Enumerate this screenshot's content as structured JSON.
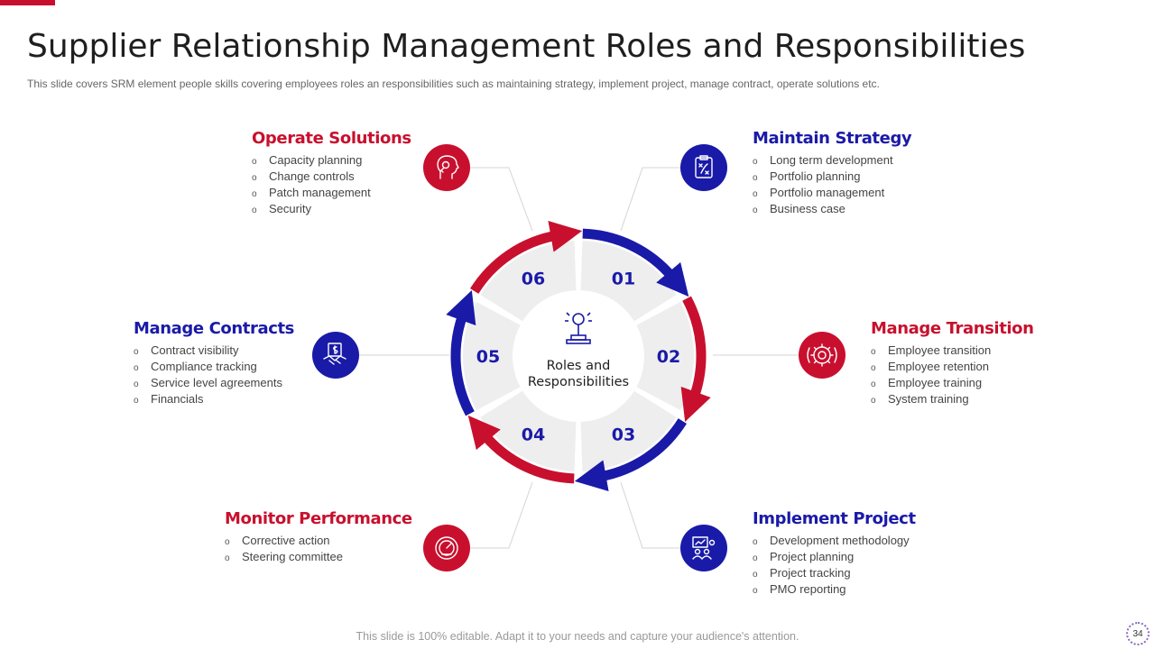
{
  "title": "Supplier Relationship Management Roles and Responsibilities",
  "subtitle": "This slide covers SRM element people skills covering employees roles an responsibilities such as maintaining strategy, implement project, manage contract, operate solutions etc.",
  "center_label": "Roles and Responsibilities",
  "center_lines": [
    "Roles and",
    "Responsibilities"
  ],
  "footer": "This slide is 100% editable. Adapt it to your needs and capture your audience's attention.",
  "page_number": "34",
  "bullet_glyph": "o",
  "colors": {
    "red": "#c8102e",
    "blue": "#1a1aa8",
    "segment_fill": "#eeeeee",
    "number_color": "#1a1aa8",
    "accent_bar": "#c8102e"
  },
  "segments": [
    {
      "number": "01",
      "color": "blue"
    },
    {
      "number": "02",
      "color": "red"
    },
    {
      "number": "03",
      "color": "blue"
    },
    {
      "number": "04",
      "color": "red"
    },
    {
      "number": "05",
      "color": "blue"
    },
    {
      "number": "06",
      "color": "red"
    }
  ],
  "roles": [
    {
      "id": "maintain-strategy",
      "title": "Maintain Strategy",
      "color": "blue",
      "icon": "strategy-clipboard-icon",
      "items": [
        "Long term development",
        "Portfolio planning",
        "Portfolio management",
        "Business case"
      ]
    },
    {
      "id": "manage-transition",
      "title": "Manage Transition",
      "color": "red",
      "icon": "gear-transition-icon",
      "items": [
        "Employee transition",
        "Employee retention",
        "Employee training",
        "System training"
      ]
    },
    {
      "id": "implement-project",
      "title": "Implement Project",
      "color": "blue",
      "icon": "team-presentation-icon",
      "items": [
        "Development  methodology",
        "Project planning",
        "Project tracking",
        "PMO reporting"
      ]
    },
    {
      "id": "monitor-performance",
      "title": "Monitor Performance",
      "color": "red",
      "icon": "speedometer-icon",
      "items": [
        "Corrective  action",
        "Steering committee"
      ]
    },
    {
      "id": "manage-contracts",
      "title": "Manage Contracts",
      "color": "blue",
      "icon": "handshake-contract-icon",
      "items": [
        "Contract visibility",
        "Compliance tracking",
        "Service level agreements",
        "Financials"
      ]
    },
    {
      "id": "operate-solutions",
      "title": "Operate Solutions",
      "color": "red",
      "icon": "head-key-icon",
      "items": [
        "Capacity planning",
        "Change  controls",
        "Patch management",
        "Security"
      ]
    }
  ]
}
